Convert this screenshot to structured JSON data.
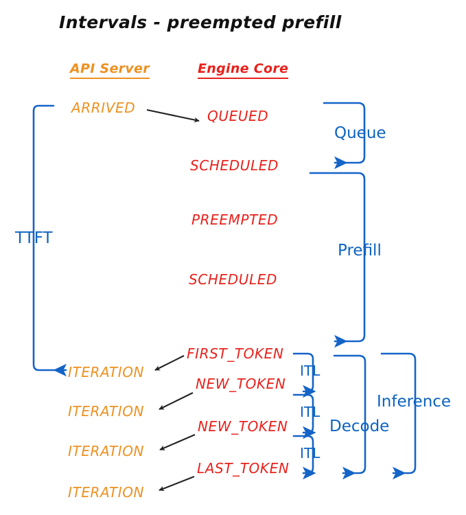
{
  "title": "Intervals - preempted prefill",
  "colors": {
    "api_server": "#ED9121",
    "engine_core": "#E8211B",
    "interval": "#0D63C2",
    "arrow": "#222222",
    "background": "#ffffff"
  },
  "columns": {
    "api_server": "API Server",
    "engine_core": "Engine Core"
  },
  "api_server_events": [
    {
      "label": "ARRIVED"
    },
    {
      "label": "ITERATION"
    },
    {
      "label": "ITERATION"
    },
    {
      "label": "ITERATION"
    },
    {
      "label": "ITERATION"
    }
  ],
  "engine_core_events": [
    {
      "label": "QUEUED"
    },
    {
      "label": "SCHEDULED"
    },
    {
      "label": "PREEMPTED"
    },
    {
      "label": "SCHEDULED"
    },
    {
      "label": "FIRST_TOKEN"
    },
    {
      "label": "NEW_TOKEN"
    },
    {
      "label": "NEW_TOKEN"
    },
    {
      "label": "LAST_TOKEN"
    }
  ],
  "intervals": [
    {
      "name": "TTFT",
      "label": "TTFT"
    },
    {
      "name": "Queue",
      "label": "Queue"
    },
    {
      "name": "Prefill",
      "label": "Prefill"
    },
    {
      "name": "ITL-1",
      "label": "ITL"
    },
    {
      "name": "ITL-2",
      "label": "ITL"
    },
    {
      "name": "ITL-3",
      "label": "ITL"
    },
    {
      "name": "Decode",
      "label": "Decode"
    },
    {
      "name": "Inference",
      "label": "Inference"
    }
  ]
}
